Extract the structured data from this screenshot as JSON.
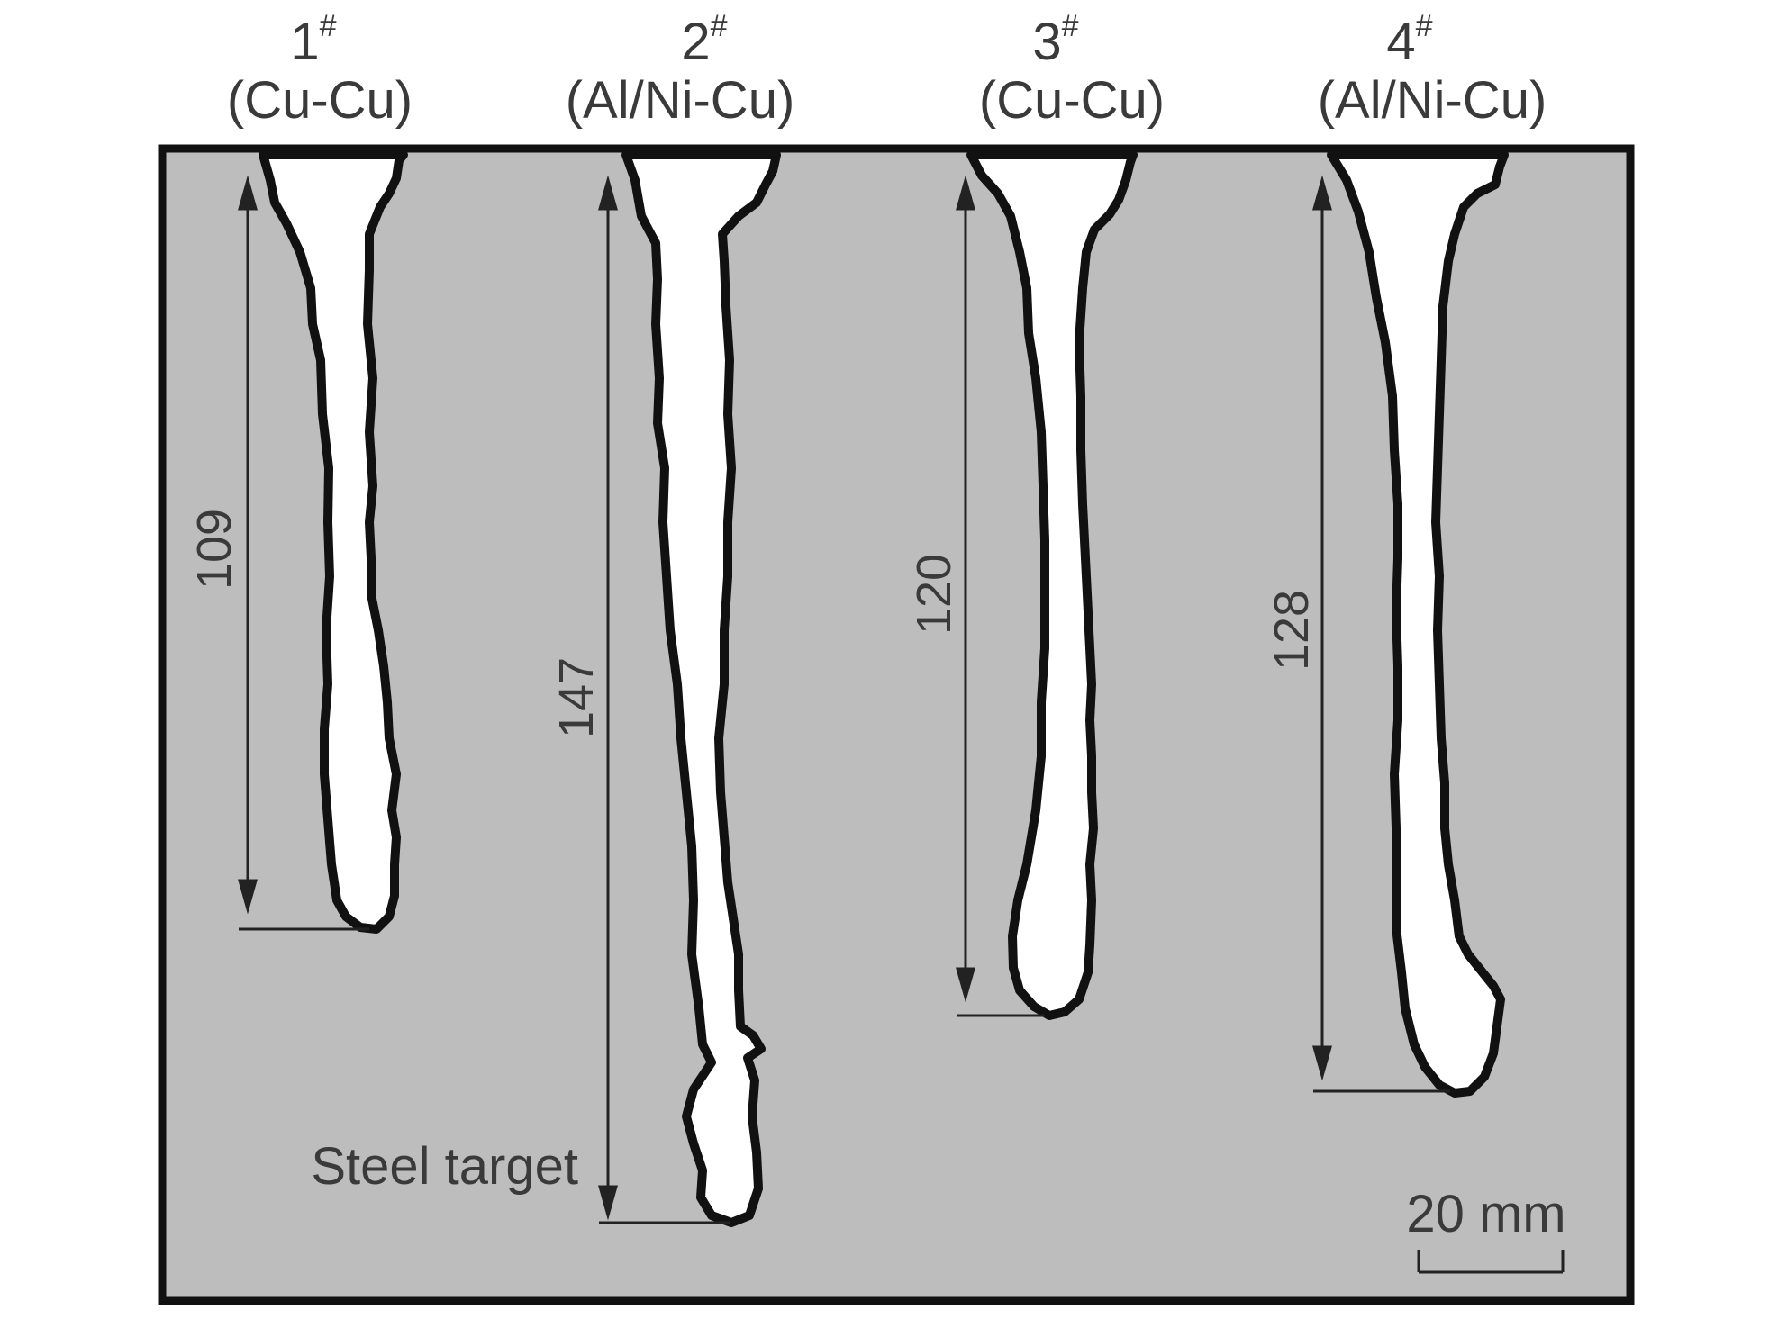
{
  "figure": {
    "background_color": "#bdbdbd",
    "crater_fill_color": "#ffffff",
    "outline_color": "#111111",
    "text_color": "#3a3a3a"
  },
  "specimens": [
    {
      "number": "1",
      "superscript": "#",
      "type": "(Cu-Cu)",
      "depth": "109"
    },
    {
      "number": "2",
      "superscript": "#",
      "type": "(Al/Ni-Cu)",
      "depth": "147"
    },
    {
      "number": "3",
      "superscript": "#",
      "type": "(Cu-Cu)",
      "depth": "120"
    },
    {
      "number": "4",
      "superscript": "#",
      "type": "(Al/Ni-Cu)",
      "depth": "128"
    }
  ],
  "annotations": {
    "target_label": "Steel target",
    "scale_label": "20 mm"
  }
}
